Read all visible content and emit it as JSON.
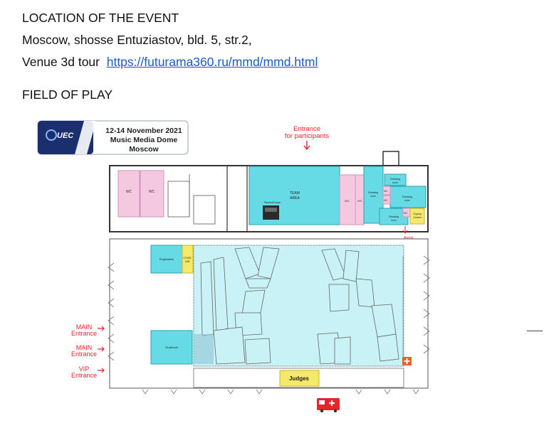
{
  "heading_location": "LOCATION OF THE EVENT",
  "address": "Moscow, shosse Entuziastov, bld. 5, str.2,",
  "tour_label": "Venue 3d tour",
  "tour_link": "https://futurama360.ru/mmd/mmd.html",
  "heading_field": "FIELD OF PLAY",
  "plan": {
    "logo_text": "UEC",
    "event_dates": "12-14 November 2021",
    "event_venue": "Music Media Dome",
    "event_city": "Moscow",
    "entrance_participants": [
      "Entrance",
      "for participants"
    ],
    "main_entrance_1": [
      "MAIN",
      "Entrance"
    ],
    "main_entrance_2": [
      "MAIN",
      "Entrance"
    ],
    "vip_entrance": [
      "VIP",
      "Entrance"
    ],
    "wc": "WC",
    "team_area": [
      "TEAM",
      "AREA"
    ],
    "pipe_label": "PipeAndDrape",
    "dressing_room": [
      "Dressing",
      "room"
    ],
    "doping_control": [
      "Doping",
      "Control"
    ],
    "arena": "Arena",
    "registration": "Registration",
    "covid_lab": [
      "COVID",
      "LAB"
    ],
    "cloakroom": "Cloakroom",
    "judges": "Judges",
    "colors": {
      "pink": "#f4c9e0",
      "cyan": "#66dbe6",
      "cyan_light": "#c8f2f5",
      "yellow": "#f5e96a",
      "red": "#e8232a",
      "navy": "#1b2f6e"
    }
  }
}
